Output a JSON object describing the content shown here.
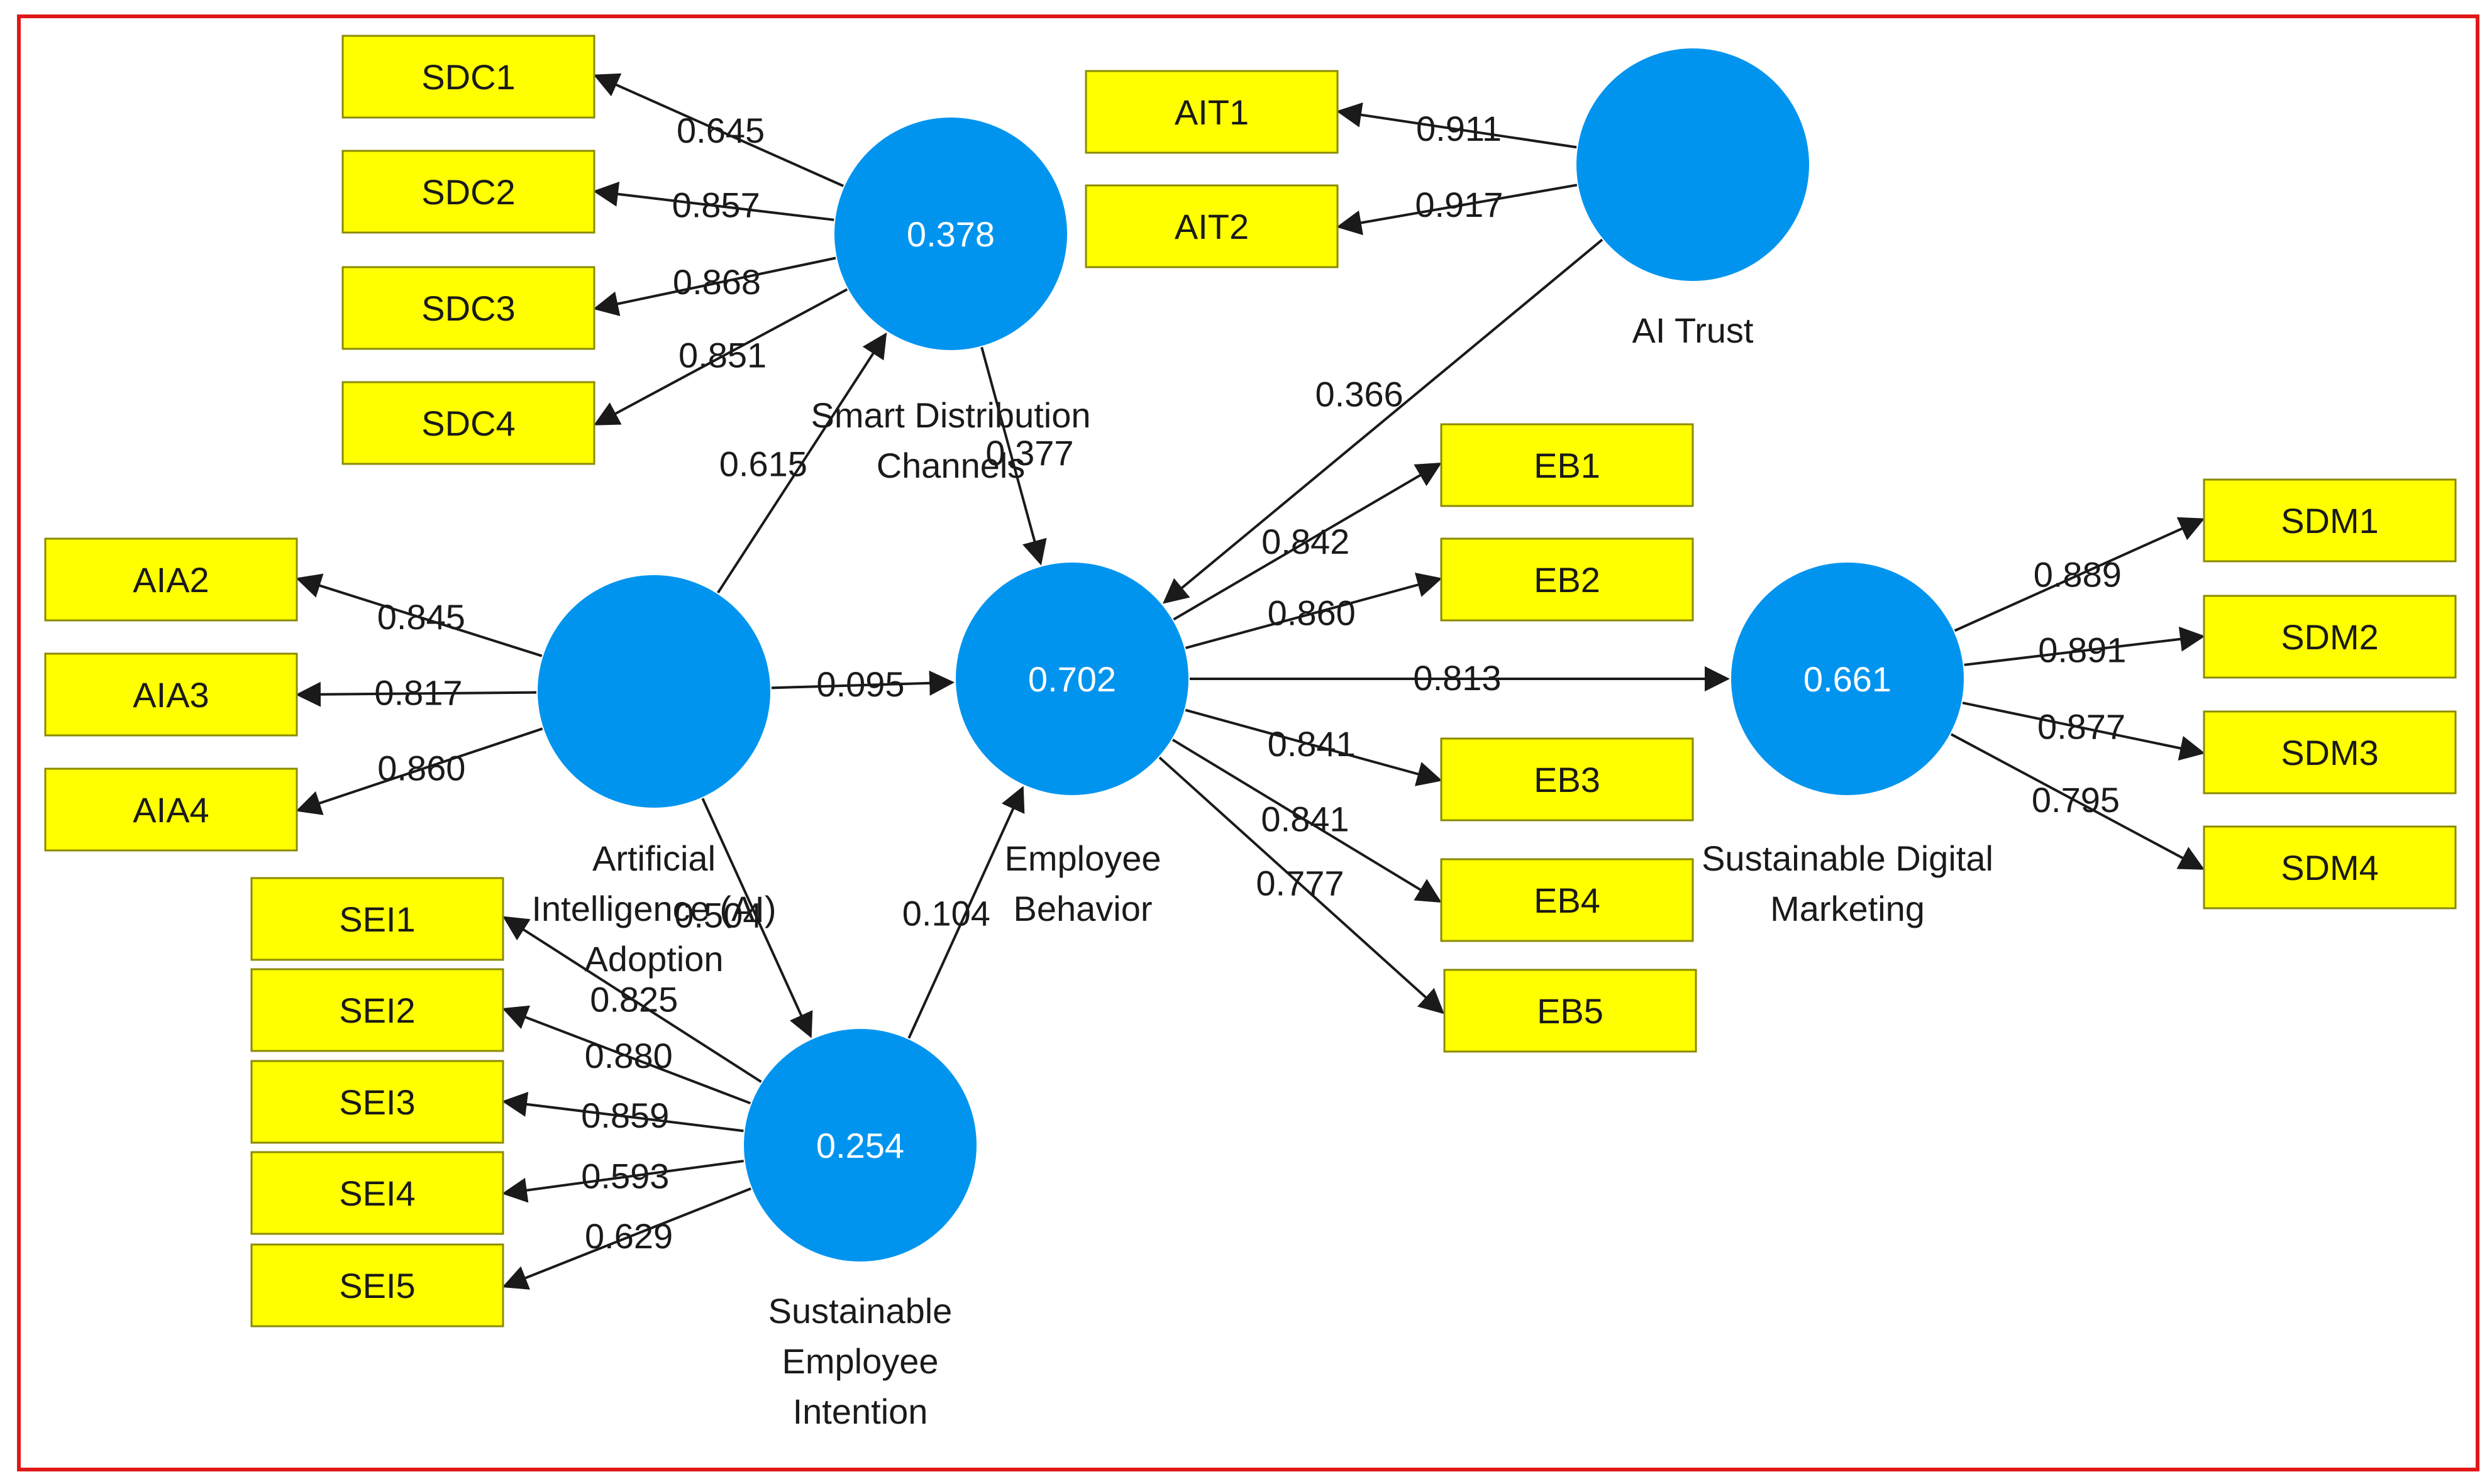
{
  "colors": {
    "frame": "#e01818",
    "construct": "#0094ef",
    "indicator_fill": "#ffff00",
    "indicator_border": "#8a8a00",
    "line": "#1a1a1a"
  },
  "constructs": [
    {
      "id": "sdc",
      "r2": "0.378",
      "name": [
        "Smart Distribution",
        "Channels"
      ]
    },
    {
      "id": "ait",
      "r2": "",
      "name": [
        "AI Trust"
      ]
    },
    {
      "id": "aia",
      "r2": "",
      "name": [
        "Artificial",
        "Intelligence (AI)",
        "Adoption"
      ]
    },
    {
      "id": "eb",
      "r2": "0.702",
      "name": [
        "Employee",
        "Behavior"
      ]
    },
    {
      "id": "sdm",
      "r2": "0.661",
      "name": [
        "Sustainable Digital",
        "Marketing"
      ]
    },
    {
      "id": "sei",
      "r2": "0.254",
      "name": [
        "Sustainable",
        "Employee",
        "Intention"
      ]
    }
  ],
  "indicators": [
    {
      "id": "SDC1",
      "label": "SDC1",
      "construct": "sdc",
      "loading": "0.645"
    },
    {
      "id": "SDC2",
      "label": "SDC2",
      "construct": "sdc",
      "loading": "0.857"
    },
    {
      "id": "SDC3",
      "label": "SDC3",
      "construct": "sdc",
      "loading": "0.868"
    },
    {
      "id": "SDC4",
      "label": "SDC4",
      "construct": "sdc",
      "loading": "0.851"
    },
    {
      "id": "AIT1",
      "label": "AIT1",
      "construct": "ait",
      "loading": "0.911"
    },
    {
      "id": "AIT2",
      "label": "AIT2",
      "construct": "ait",
      "loading": "0.917"
    },
    {
      "id": "AIA2",
      "label": "AIA2",
      "construct": "aia",
      "loading": "0.845"
    },
    {
      "id": "AIA3",
      "label": "AIA3",
      "construct": "aia",
      "loading": "0.817"
    },
    {
      "id": "AIA4",
      "label": "AIA4",
      "construct": "aia",
      "loading": "0.860"
    },
    {
      "id": "EB1",
      "label": "EB1",
      "construct": "eb",
      "loading": "0.842"
    },
    {
      "id": "EB2",
      "label": "EB2",
      "construct": "eb",
      "loading": "0.860"
    },
    {
      "id": "EB3",
      "label": "EB3",
      "construct": "eb",
      "loading": "0.841"
    },
    {
      "id": "EB4",
      "label": "EB4",
      "construct": "eb",
      "loading": "0.841"
    },
    {
      "id": "EB5",
      "label": "EB5",
      "construct": "eb",
      "loading": "0.777"
    },
    {
      "id": "SDM1",
      "label": "SDM1",
      "construct": "sdm",
      "loading": "0.889"
    },
    {
      "id": "SDM2",
      "label": "SDM2",
      "construct": "sdm",
      "loading": "0.891"
    },
    {
      "id": "SDM3",
      "label": "SDM3",
      "construct": "sdm",
      "loading": "0.877"
    },
    {
      "id": "SDM4",
      "label": "SDM4",
      "construct": "sdm",
      "loading": "0.795"
    },
    {
      "id": "SEI1",
      "label": "SEI1",
      "construct": "sei",
      "loading": "0.825"
    },
    {
      "id": "SEI2",
      "label": "SEI2",
      "construct": "sei",
      "loading": "0.880"
    },
    {
      "id": "SEI3",
      "label": "SEI3",
      "construct": "sei",
      "loading": "0.859"
    },
    {
      "id": "SEI4",
      "label": "SEI4",
      "construct": "sei",
      "loading": "0.593"
    },
    {
      "id": "SEI5",
      "label": "SEI5",
      "construct": "sei",
      "loading": "0.629"
    }
  ],
  "paths": [
    {
      "from": "aia",
      "to": "sdc",
      "coef": "0.615"
    },
    {
      "from": "sdc",
      "to": "eb",
      "coef": "0.377"
    },
    {
      "from": "ait",
      "to": "eb",
      "coef": "0.366"
    },
    {
      "from": "aia",
      "to": "eb",
      "coef": "0.095"
    },
    {
      "from": "aia",
      "to": "sei",
      "coef": "0.504"
    },
    {
      "from": "sei",
      "to": "eb",
      "coef": "0.104"
    },
    {
      "from": "eb",
      "to": "sdm",
      "coef": "0.813"
    }
  ]
}
